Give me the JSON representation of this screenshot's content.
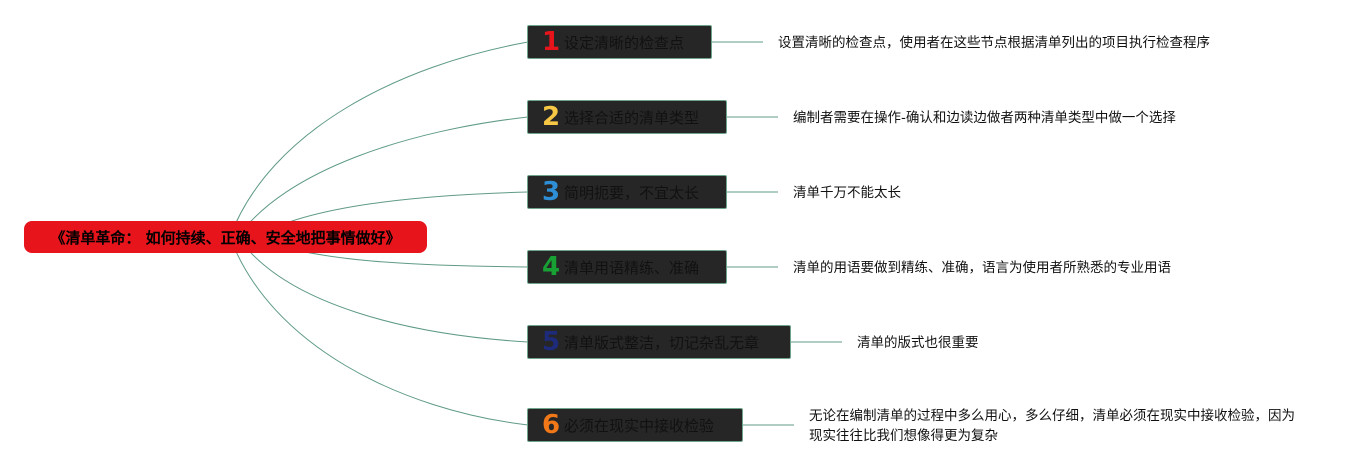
{
  "root": {
    "label": "《清单革命： 如何持续、正确、安全地把事情做好》"
  },
  "branches": [
    {
      "number": "1",
      "color": "#e8141c",
      "label": "设定清晰的检查点",
      "description": "设置清晰的检查点，使用者在这些节点根据清单列出的项目执行检查程序"
    },
    {
      "number": "2",
      "color": "#f6c744",
      "label": "选择合适的清单类型",
      "description": "编制者需要在操作-确认和边读边做者两种清单类型中做一个选择"
    },
    {
      "number": "3",
      "color": "#2e8fd6",
      "label": "简明扼要，不宜太长",
      "description": "清单千万不能太长"
    },
    {
      "number": "4",
      "color": "#18a034",
      "label": "清单用语精练、准确",
      "description": "清单的用语要做到精练、准确，语言为使用者所熟悉的专业用语"
    },
    {
      "number": "5",
      "color": "#1d2b7a",
      "label": "清单版式整洁，切记杂乱无章",
      "description": "清单的版式也很重要"
    },
    {
      "number": "6",
      "color": "#f07818",
      "label": "必须在现实中接收检验",
      "description": "无论在编制清单的过程中多么用心，多么仔细，清单必须在现实中接收检验，因为现实往往比我们想像得更为复杂"
    }
  ],
  "colors": {
    "root_fill": "#e8141c",
    "branch_fill": "#262626",
    "connector": "#5f9b84"
  }
}
